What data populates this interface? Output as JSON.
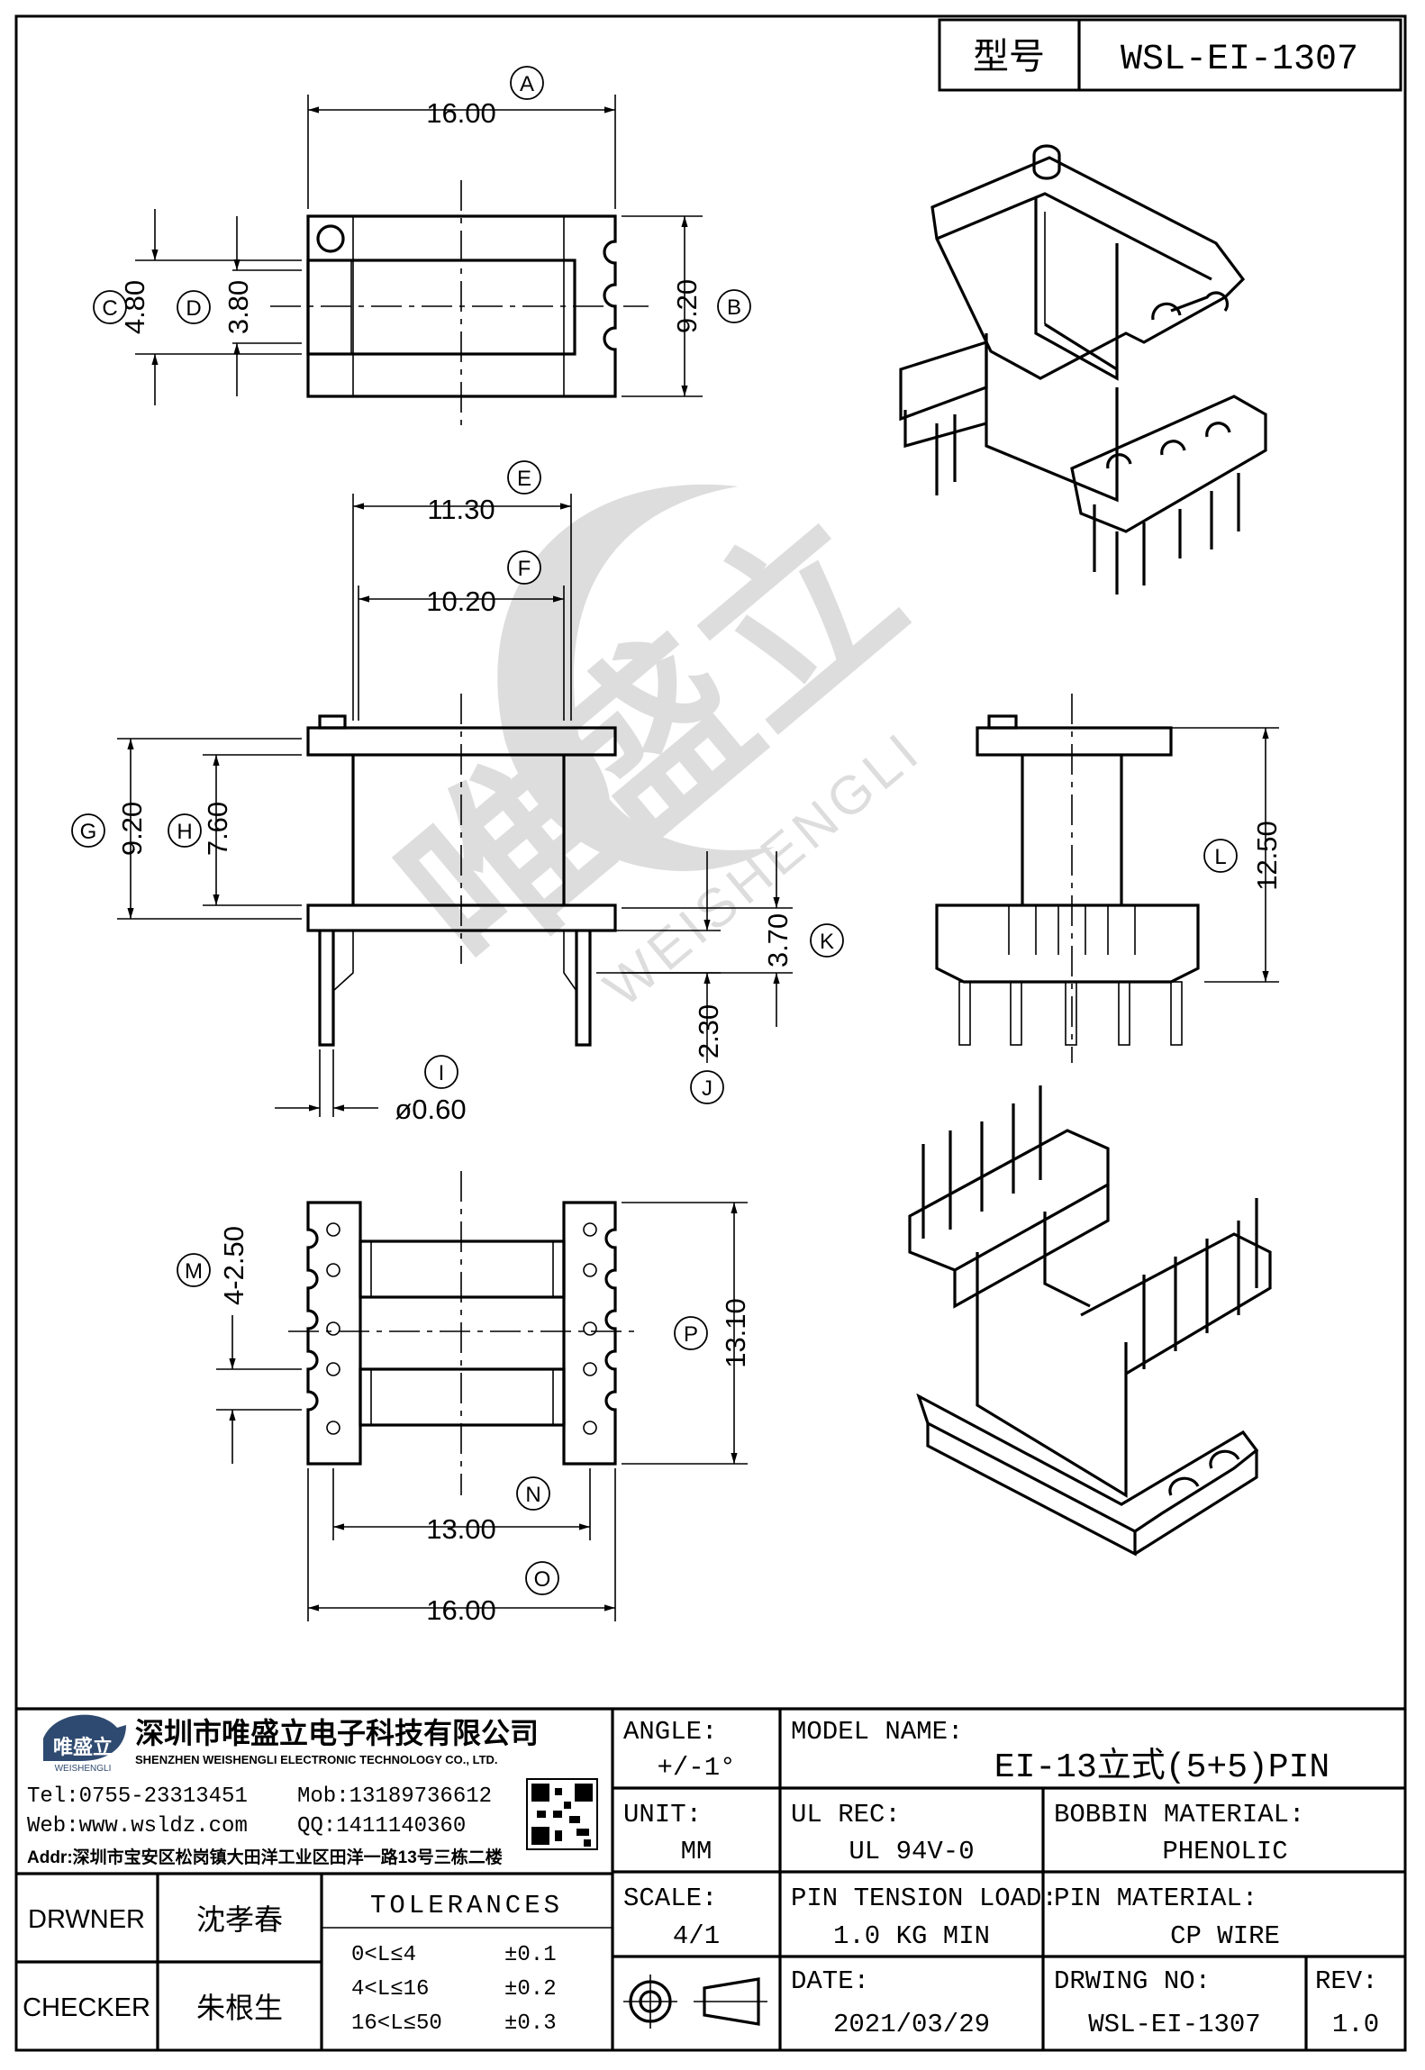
{
  "title_block": {
    "model_label": "型号",
    "model_value": "WSL-EI-1307",
    "company_cn": "深圳市唯盛立电子科技有限公司",
    "company_en": "SHENZHEN WEISHENGLI ELECTRONIC TECHNOLOGY CO., LTD.",
    "logo_text": "唯盛立",
    "logo_sub": "WEISHENGLI",
    "tel": "Tel:0755-23313451",
    "mob": "Mob:13189736612",
    "web": "Web:www.wsldz.com",
    "qq": "QQ:1411140360",
    "addr": "Addr:深圳市宝安区松岗镇大田洋工业区田洋一路13号三栋二楼",
    "angle_label": "ANGLE:",
    "angle_value": "+/-1°",
    "model_name_label": "MODEL NAME:",
    "model_name_value": "EI-13立式(5+5)PIN",
    "unit_label": "UNIT:",
    "unit_value": "MM",
    "ul_label": "UL REC:",
    "ul_value": "UL 94V-0",
    "bobbin_label": "BOBBIN MATERIAL:",
    "bobbin_value": "PHENOLIC",
    "scale_label": "SCALE:",
    "scale_value": "4/1",
    "pin_tension_label": "PIN TENSION LOAD:",
    "pin_tension_value": "1.0 KG MIN",
    "pin_material_label": "PIN MATERIAL:",
    "pin_material_value": "CP WIRE",
    "drawer_label": "DRWNER",
    "drawer_value": "沈孝春",
    "checker_label": "CHECKER",
    "checker_value": "朱根生",
    "tolerances_label": "TOLERANCES",
    "tol_rows": [
      {
        "range": "0<L≤4",
        "value": "±0.1"
      },
      {
        "range": "4<L≤16",
        "value": "±0.2"
      },
      {
        "range": "16<L≤50",
        "value": "±0.3"
      }
    ],
    "date_label": "DATE:",
    "date_value": "2021/03/29",
    "drawing_no_label": "DRWING NO:",
    "drawing_no_value": "WSL-EI-1307",
    "rev_label": "REV:",
    "rev_value": "1.0"
  },
  "watermark": {
    "cn": "唯盛立",
    "en": "WEISHENGLI"
  },
  "dimensions": {
    "A": "16.00",
    "B": "9.20",
    "C": "4.80",
    "D": "3.80",
    "E": "11.30",
    "F": "10.20",
    "G": "9.20",
    "H": "7.60",
    "I": "ø0.60",
    "J": "2.30",
    "K": "3.70",
    "L": "12.50",
    "M": "4-2.50",
    "N": "13.00",
    "O": "16.00",
    "P": "13.10"
  },
  "labels": {
    "A": "A",
    "B": "B",
    "C": "C",
    "D": "D",
    "E": "E",
    "F": "F",
    "G": "G",
    "H": "H",
    "I": "I",
    "J": "J",
    "K": "K",
    "L": "L",
    "M": "M",
    "N": "N",
    "O": "O",
    "P": "P"
  }
}
